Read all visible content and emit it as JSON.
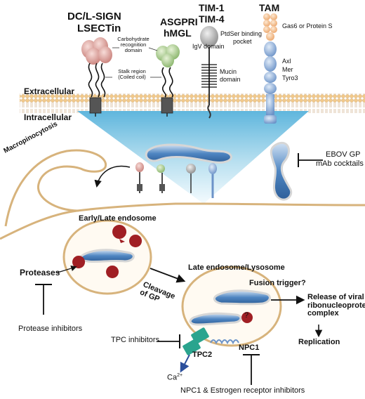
{
  "receptors": {
    "dc_sign": "DC/L-SIGN",
    "lsectin": "LSECTin",
    "asgpri": "ASGPRI",
    "hmgl": "hMGL",
    "tim1": "TIM-1",
    "tim4": "TIM-4",
    "tam": "TAM"
  },
  "domains": {
    "crd_1": "Carbohydrate",
    "crd_2": "recognition",
    "crd_3": "domain",
    "stalk_1": "Stalk region",
    "stalk_2": "(Coiled coil)",
    "ptdser_1": "PtdSer binding",
    "ptdser_2": "pocket",
    "igv": "IgV domain",
    "mucin_1": "Mucin",
    "mucin_2": "domain",
    "gas6": "Gas6 or Protein S",
    "axl": "Axl",
    "mer": "Mer",
    "tyro3": "Tyro3"
  },
  "membrane": {
    "extracellular": "Extracellular",
    "intracellular": "Intracellular"
  },
  "labels": {
    "macropinocytosis": "Macropinocytosis",
    "ebov_gp_1": "EBOV GP",
    "ebov_gp_2": "mAb cocktails",
    "early_late_endosome": "Early/Late endosome",
    "proteases": "Proteases",
    "protease_inhibitors": "Protease inhibitors",
    "cleavage_1": "Cleavage",
    "cleavage_2": "of GP",
    "late_endosome": "Late endosome/Lysosome",
    "fusion_trigger": "Fusion trigger?",
    "release_1": "Release of viral",
    "release_2": "ribonucleoprotein",
    "release_3": "complex",
    "replication": "Replication",
    "tpc_inhibitors": "TPC inhibitors",
    "tpc2": "TPC2",
    "npc1": "NPC1",
    "ca": "Ca",
    "ca_sup": "2+",
    "npc1_inhibitors": "NPC1 & Estrogen receptor inhibitors",
    "question": "?"
  },
  "colors": {
    "membrane_fill": "#f3d9a8",
    "triangle_top": "#5fb6dd",
    "triangle_bottom": "#eef8fc",
    "virus_body": "#5a8fc7",
    "protease": "#a01f24",
    "tam_blue": "#7fa6d6",
    "tam_orange": "#f5c89a",
    "dcsign_pink": "#e4a9a5",
    "asgpr_green": "#b9d89b",
    "tpc2_teal": "#2aa48e"
  }
}
